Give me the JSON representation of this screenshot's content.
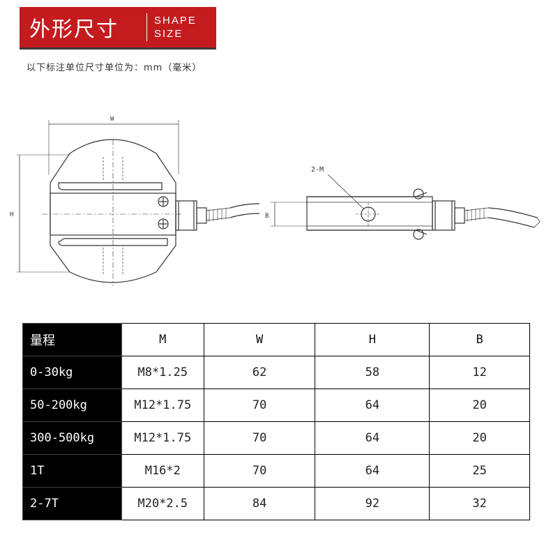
{
  "header": {
    "title": "外形尺寸",
    "en_line1": "SHAPE",
    "en_line2": "SIZE"
  },
  "note": "以下标注单位尺寸单位为：mm（毫米）",
  "drawing": {
    "label_w": "W",
    "label_h": "H",
    "label_b": "B",
    "label_m": "2-M"
  },
  "table": {
    "headers": [
      "量程",
      "M",
      "W",
      "H",
      "B"
    ],
    "rows": [
      [
        "0-30kg",
        "M8*1.25",
        "62",
        "58",
        "12"
      ],
      [
        "50-200kg",
        "M12*1.75",
        "70",
        "64",
        "20"
      ],
      [
        "300-500kg",
        "M12*1.75",
        "70",
        "64",
        "20"
      ],
      [
        "1T",
        "M16*2",
        "70",
        "64",
        "25"
      ],
      [
        "2-7T",
        "M20*2.5",
        "84",
        "92",
        "32"
      ]
    ]
  }
}
